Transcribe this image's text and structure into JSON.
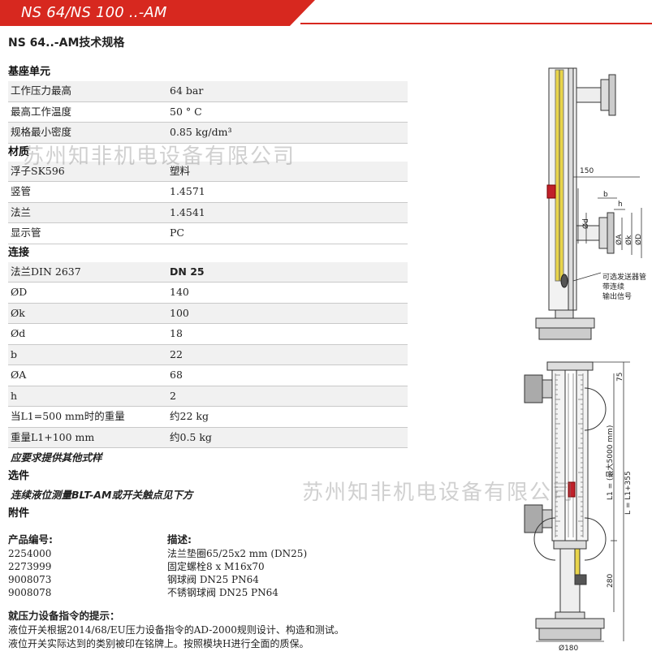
{
  "header": {
    "title": "NS 64/NS 100 ..-AM"
  },
  "subtitle": "NS 64..-AM技术规格",
  "sections": [
    {
      "title": "基座单元",
      "rows": [
        {
          "k": "工作压力最高",
          "v": "64 bar"
        },
        {
          "k": "最高工作温度",
          "v": "50 ° C"
        },
        {
          "k": "规格最小密度",
          "v": "0.85 kg/dm³"
        }
      ]
    },
    {
      "title": "材质",
      "rows": [
        {
          "k": "浮子SK596",
          "v": "塑料"
        },
        {
          "k": "竖管",
          "v": "1.4571"
        },
        {
          "k": "法兰",
          "v": "1.4541"
        },
        {
          "k": "显示管",
          "v": "PC"
        }
      ]
    },
    {
      "title": "连接",
      "rows": [
        {
          "k": "法兰DIN 2637",
          "v": "DN 25"
        },
        {
          "k": "ØD",
          "v": "140"
        },
        {
          "k": "Øk",
          "v": "100"
        },
        {
          "k": "Ød",
          "v": "18"
        },
        {
          "k": "b",
          "v": "22"
        },
        {
          "k": "ØA",
          "v": "68"
        },
        {
          "k": "h",
          "v": "2"
        },
        {
          "k": "当L1=500  mm时的重量",
          "v": "约22 kg"
        },
        {
          "k": "重量L1+100 mm",
          "v": "约0.5 kg"
        }
      ]
    }
  ],
  "note_other_designs": "应要求提供其他式样",
  "options": {
    "title": "选件",
    "text": "连续液位测量BLT-AM或开关触点见下方"
  },
  "accessories": {
    "title": "附件",
    "col_code": "产品编号:",
    "col_desc": "描述:",
    "items": [
      {
        "code": "2254000",
        "desc": "法兰垫圈65/25x2 mm (DN25)"
      },
      {
        "code": "2273999",
        "desc": "固定螺栓8 x M16x70"
      },
      {
        "code": "9008073",
        "desc": "钢球阀 DN25 PN64"
      },
      {
        "code": "9008078",
        "desc": "不锈钢球阀 DN25 PN64"
      }
    ]
  },
  "hint": {
    "title": "就压力设备指令的提示：",
    "lines": [
      "液位开关根据2014/68/EU压力设备指令的AD-2000规则设计、构造和测试。",
      "液位开关实际达到的类别被印在铭牌上。按照模块H进行全面的质保。"
    ]
  },
  "watermark": "苏州知非机电设备有限公司",
  "drawing": {
    "dim_150": "150",
    "dim_b": "b",
    "dim_h": "h",
    "dim_d": "Ød",
    "dim_A": "ØA",
    "dim_k": "Øk",
    "dim_D": "ØD",
    "callout": [
      "可选发送器管",
      "带连续",
      "输出信号"
    ],
    "dim_75": "75",
    "dim_L1": "L1 = (最大5000 mm)",
    "dim_L": "L = L1+355",
    "dim_280": "280",
    "dim_180": "Ø180"
  },
  "colors": {
    "accent": "#d7281f",
    "indicator": "#e8d44a"
  }
}
